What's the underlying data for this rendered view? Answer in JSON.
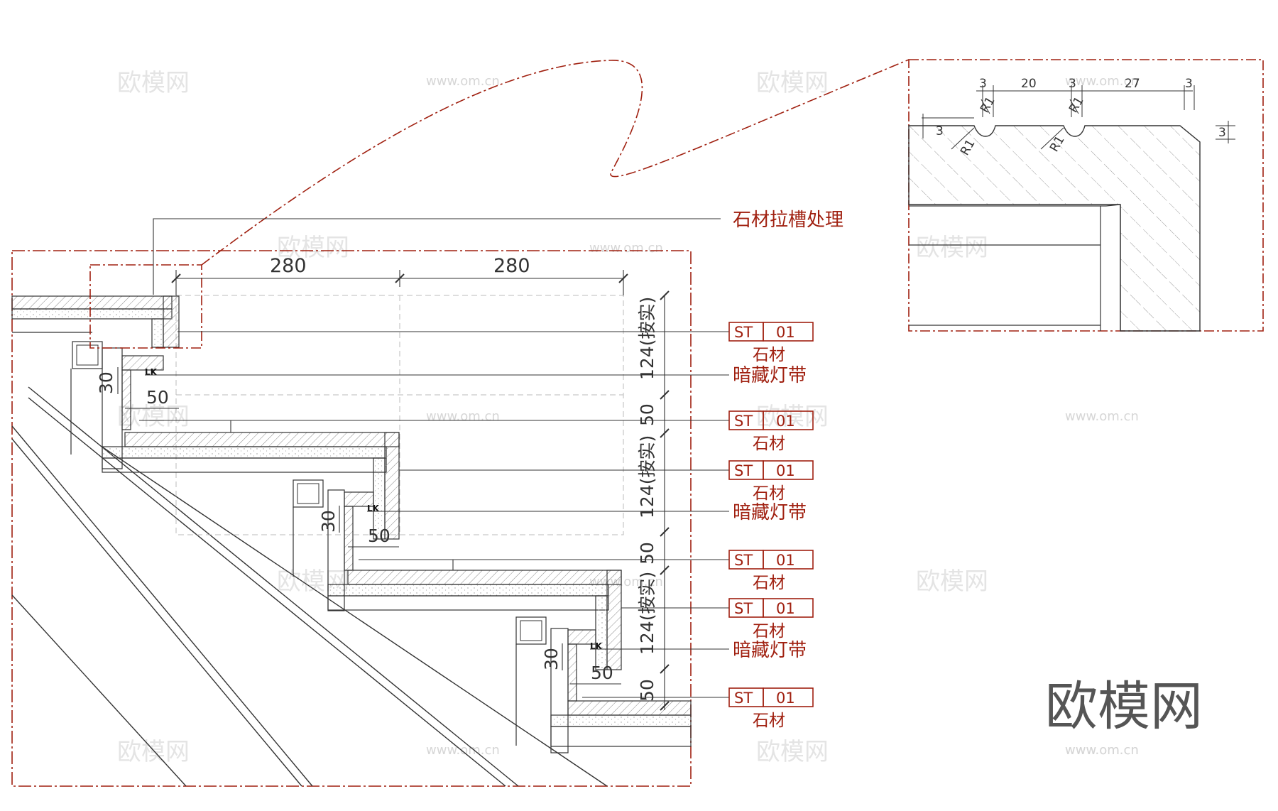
{
  "colors": {
    "accent_red": "#a02010",
    "line_dark": "#333333",
    "hatch": "#888888",
    "dashed_grey": "#bbbbbb"
  },
  "callouts": {
    "groove_note": "石材拉槽处理"
  },
  "dimensions": {
    "tread_1": "280",
    "tread_2": "280",
    "riser_a": "124(按实)",
    "riser_b": "124(按实)",
    "riser_c": "124(按实)",
    "gap_a": "50",
    "gap_b": "50",
    "gap_c": "50",
    "led_w_a": "50",
    "led_w_b": "50",
    "led_w_c": "50",
    "led_h_a": "30",
    "led_h_b": "30",
    "led_h_c": "30"
  },
  "tags": [
    {
      "code": "ST",
      "num": "01",
      "desc": "石材"
    },
    {
      "code": "ST",
      "num": "01",
      "desc": "石材"
    },
    {
      "code": "ST",
      "num": "01",
      "desc": "石材"
    },
    {
      "code": "ST",
      "num": "01",
      "desc": "石材"
    },
    {
      "code": "ST",
      "num": "01",
      "desc": "石材"
    },
    {
      "code": "ST",
      "num": "01",
      "desc": "石材"
    }
  ],
  "led_labels": [
    "暗藏灯带",
    "暗藏灯带",
    "暗藏灯带"
  ],
  "led_symbol": "LK",
  "detail": {
    "d1": "3",
    "d2": "20",
    "d3": "3",
    "d4": "27",
    "d5": "3",
    "side": "3",
    "right": "3",
    "r1": "R1",
    "r2": "R1",
    "r3": "R1",
    "r4": "R1"
  },
  "brand": "欧模网",
  "site": "www.om.cn"
}
